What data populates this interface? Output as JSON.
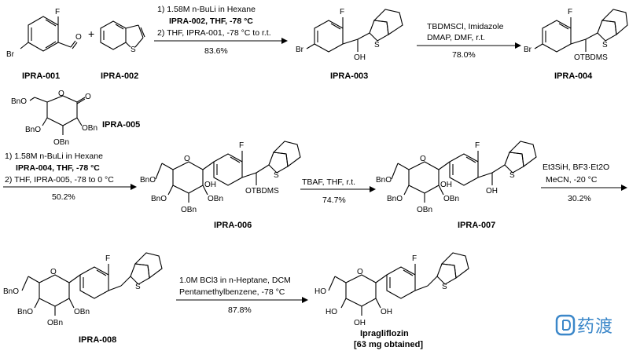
{
  "compounds": {
    "c001": "IPRA-001",
    "c002": "IPRA-002",
    "c003": "IPRA-003",
    "c004": "IPRA-004",
    "c005": "IPRA-005",
    "c006": "IPRA-006",
    "c007": "IPRA-007",
    "c008": "IPRA-008",
    "product": "Ipragliflozin",
    "product_note": "[63 mg obtained]"
  },
  "steps": {
    "s1": {
      "line1": "1) 1.58M n-BuLi in Hexane",
      "line2": "IPRA-002, THF, -78 °C",
      "line3": "2) THF, IPRA-001, -78 °C to r.t.",
      "yield": "83.6%"
    },
    "s2": {
      "line1": "TBDMSCl, Imidazole",
      "line2": "DMAP, DMF, r.t.",
      "yield": "78.0%"
    },
    "s3": {
      "line1": "1) 1.58M n-BuLi in Hexane",
      "line2": "IPRA-004, THF, -78 °C",
      "line3": "2) THF, IPRA-005, -78 to 0 °C",
      "yield": "50.2%"
    },
    "s4": {
      "line1": "TBAF, THF, r.t.",
      "yield": "74.7%"
    },
    "s5": {
      "line1": "Et3SiH, BF3·Et2O",
      "line2": "MeCN, -20 °C",
      "yield": "30.2%"
    },
    "s6": {
      "line1": "1.0M BCl3 in n-Heptane, DCM",
      "line2": "Pentamethylbenzene, -78 °C",
      "yield": "87.8%"
    }
  },
  "plus": "+",
  "atoms": {
    "F": "F",
    "Br": "Br",
    "O": "O",
    "S": "S",
    "OH": "OH",
    "HO": "HO",
    "OTBDMS": "OTBDMS",
    "BnO": "BnO",
    "OBn": "OBn"
  },
  "watermark": "药渡"
}
